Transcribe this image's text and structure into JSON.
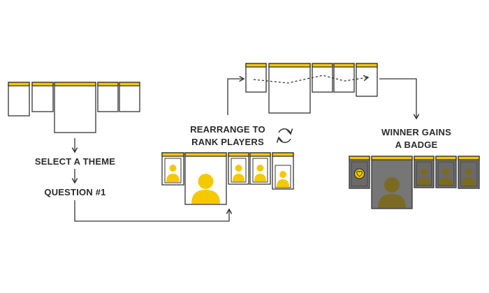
{
  "labels": {
    "select_theme": "SELECT A THEME",
    "question": "QUESTION #1",
    "rearrange_line1": "REARRANGE TO",
    "rearrange_line2": "RANK PLAYERS",
    "winner_line1": "WINNER GAINS",
    "winner_line2": "A BADGE"
  },
  "colors": {
    "accent": "#f5c800",
    "stroke": "#333333",
    "card_bg": "#ffffff",
    "dim_card_bg": "#767676",
    "dim_avatar": "#7b6a22"
  },
  "icons": {
    "swap": "swap-arrows-icon",
    "badge": "heart-badge-icon",
    "avatar": "player-avatar-icon"
  }
}
